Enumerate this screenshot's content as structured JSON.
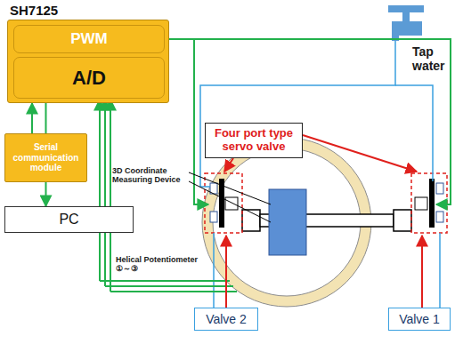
{
  "diagram": {
    "nodes": [
      {
        "text": [
          "SH7125"
        ]
      },
      {
        "text": [
          "PWM"
        ],
        "in": 0
      },
      {
        "text": [
          "A/D"
        ],
        "in": 0
      },
      {
        "text": [
          "Serial communication module"
        ]
      },
      {
        "text": [
          "PC"
        ]
      },
      {
        "text": [
          "Four port type servo valve"
        ]
      },
      {
        "text": [
          "Valve 2"
        ]
      },
      {
        "text": [
          "Valve 1"
        ]
      }
    ],
    "edges": [
      {
        "from": 3,
        "to": 0,
        "arrow": "none"
      },
      {
        "from": 3,
        "to": 4,
        "arrow": "to"
      }
    ],
    "labels": [
      "Tap water",
      "3D Coordinate Measuring Device",
      "Helical Potentiometer ①～③"
    ]
  }
}
